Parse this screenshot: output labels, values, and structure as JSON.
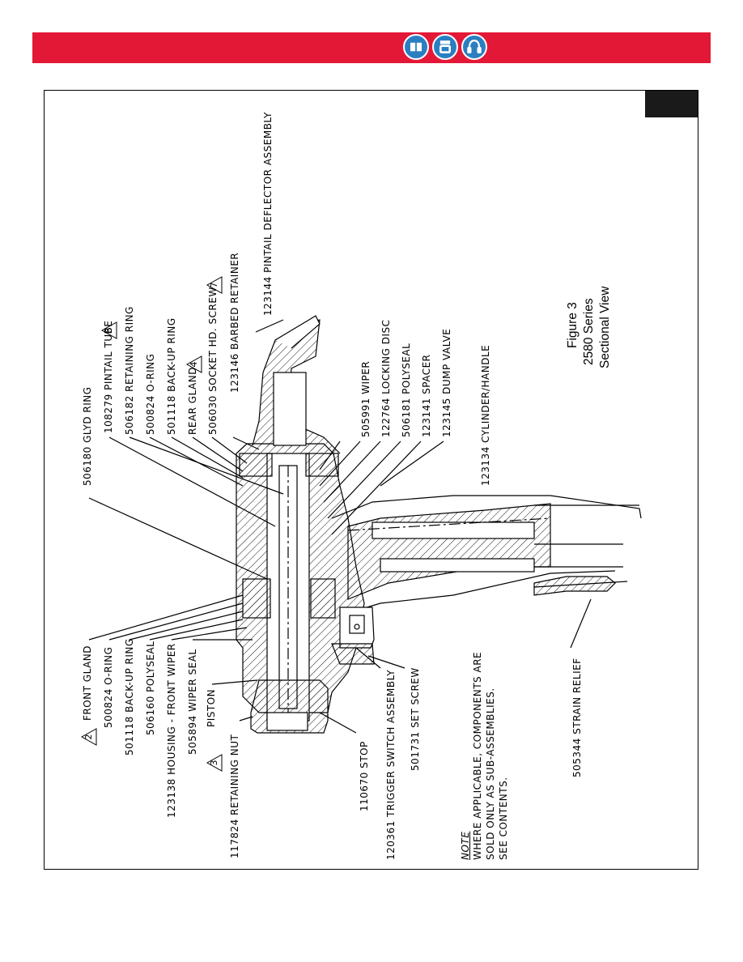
{
  "header": {
    "icons": [
      "read-manual-icon",
      "face-shield-icon",
      "ear-protection-icon"
    ],
    "banner_color": "#e31837",
    "icon_color": "#2a7fc1"
  },
  "figure": {
    "caption_line1": "Figure 3",
    "caption_line2": "2580 Series",
    "caption_line3": "Sectional View"
  },
  "labels": {
    "front_gland": "FRONT GLAND",
    "o_ring_front": "500824 O-RING",
    "backup_ring_front": "501118 BACK-UP RING",
    "polyseal_front": "506160 POLYSEAL",
    "housing": "123138 HOUSING - FRONT WIPER",
    "wiper_seal": "505894 WIPER SEAL",
    "piston": "PISTON",
    "retaining_nut": "117824 RETAINING NUT",
    "stop": "110670 STOP",
    "trigger_switch": "120361 TRIGGER SWITCH ASSEMBLY",
    "set_screw": "501731 SET SCREW",
    "strain_relief": "505344 STRAIN RELIEF",
    "glyd_ring": "506180 GLYD RING",
    "pintail_tube": "108279 PINTAIL TUBE",
    "retaining_ring": "506182 RETAINING RING",
    "o_ring_rear": "500824 O-RING",
    "backup_ring_rear": "501118 BACK-UP RING",
    "rear_gland": "REAR GLAND",
    "socket_screw": "506030 SOCKET HD. SCREW",
    "barbed_retainer": "123146 BARBED RETAINER",
    "deflector": "123144 PINTAIL DEFLECTOR ASSEMBLY",
    "wiper": "505991 WIPER",
    "locking_disc": "122764 LOCKING DISC",
    "polyseal_rear": "506181 POLYSEAL",
    "spacer": "123141 SPACER",
    "dump_valve": "123145 DUMP VALVE",
    "cylinder_handle": "123134 CYLINDER/HANDLE"
  },
  "markers": {
    "front_gland": "2",
    "piston": "3",
    "rear_gland": "4",
    "socket_screw": "7",
    "pintail_tube": "8"
  },
  "note": {
    "title": "NOTE",
    "line1": "WHERE APPLICABLE, COMPONENTS ARE",
    "line2": "SOLD ONLY AS SUB-ASSEMBLIES.",
    "line3": "SEE CONTENTS."
  }
}
